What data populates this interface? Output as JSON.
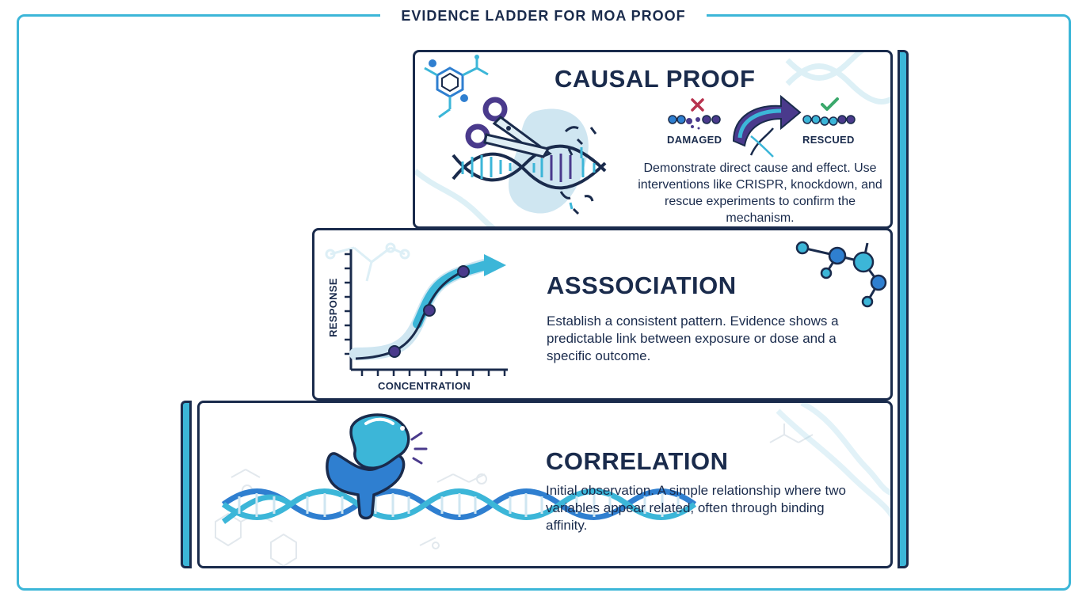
{
  "header": {
    "title": "EVIDENCE LADDER FOR MOA PROOF"
  },
  "tiers": [
    {
      "id": "causal",
      "title": "CAUSAL PROOF",
      "description": "Demonstrate direct cause and effect. Use interventions like CRISPR, knockdown, and rescue experiments to confirm the mechanism.",
      "states": {
        "damaged": "DAMAGED",
        "rescued": "RESCUED"
      },
      "icons": [
        "scissors-icon",
        "dna-helix-icon",
        "molecule-icon",
        "arrow-icon",
        "cross-icon",
        "check-icon"
      ]
    },
    {
      "id": "association",
      "title": "ASSSOCIATION",
      "description": "Establish a consistent pattern. Evidence shows a predictable link between exposure or dose and a specific outcome.",
      "graph": {
        "x_label": "CONCENTRATION",
        "y_label": "RESPONSE"
      },
      "icons": [
        "dose-response-curve-icon",
        "molecule-icon"
      ]
    },
    {
      "id": "correlation",
      "title": "CORRELATION",
      "description": "Initial observation. A simple relationship where two variables appear related, often through binding affinity.",
      "icons": [
        "binding-protein-icon",
        "dna-helix-icon"
      ]
    }
  ],
  "colors": {
    "navy": "#1a2b4c",
    "cyan": "#3cb6d8",
    "blue": "#2f7fd0",
    "purple": "#4a3a8c",
    "light": "#cfe6f1",
    "red": "#b8334f",
    "green": "#3aa86b"
  }
}
